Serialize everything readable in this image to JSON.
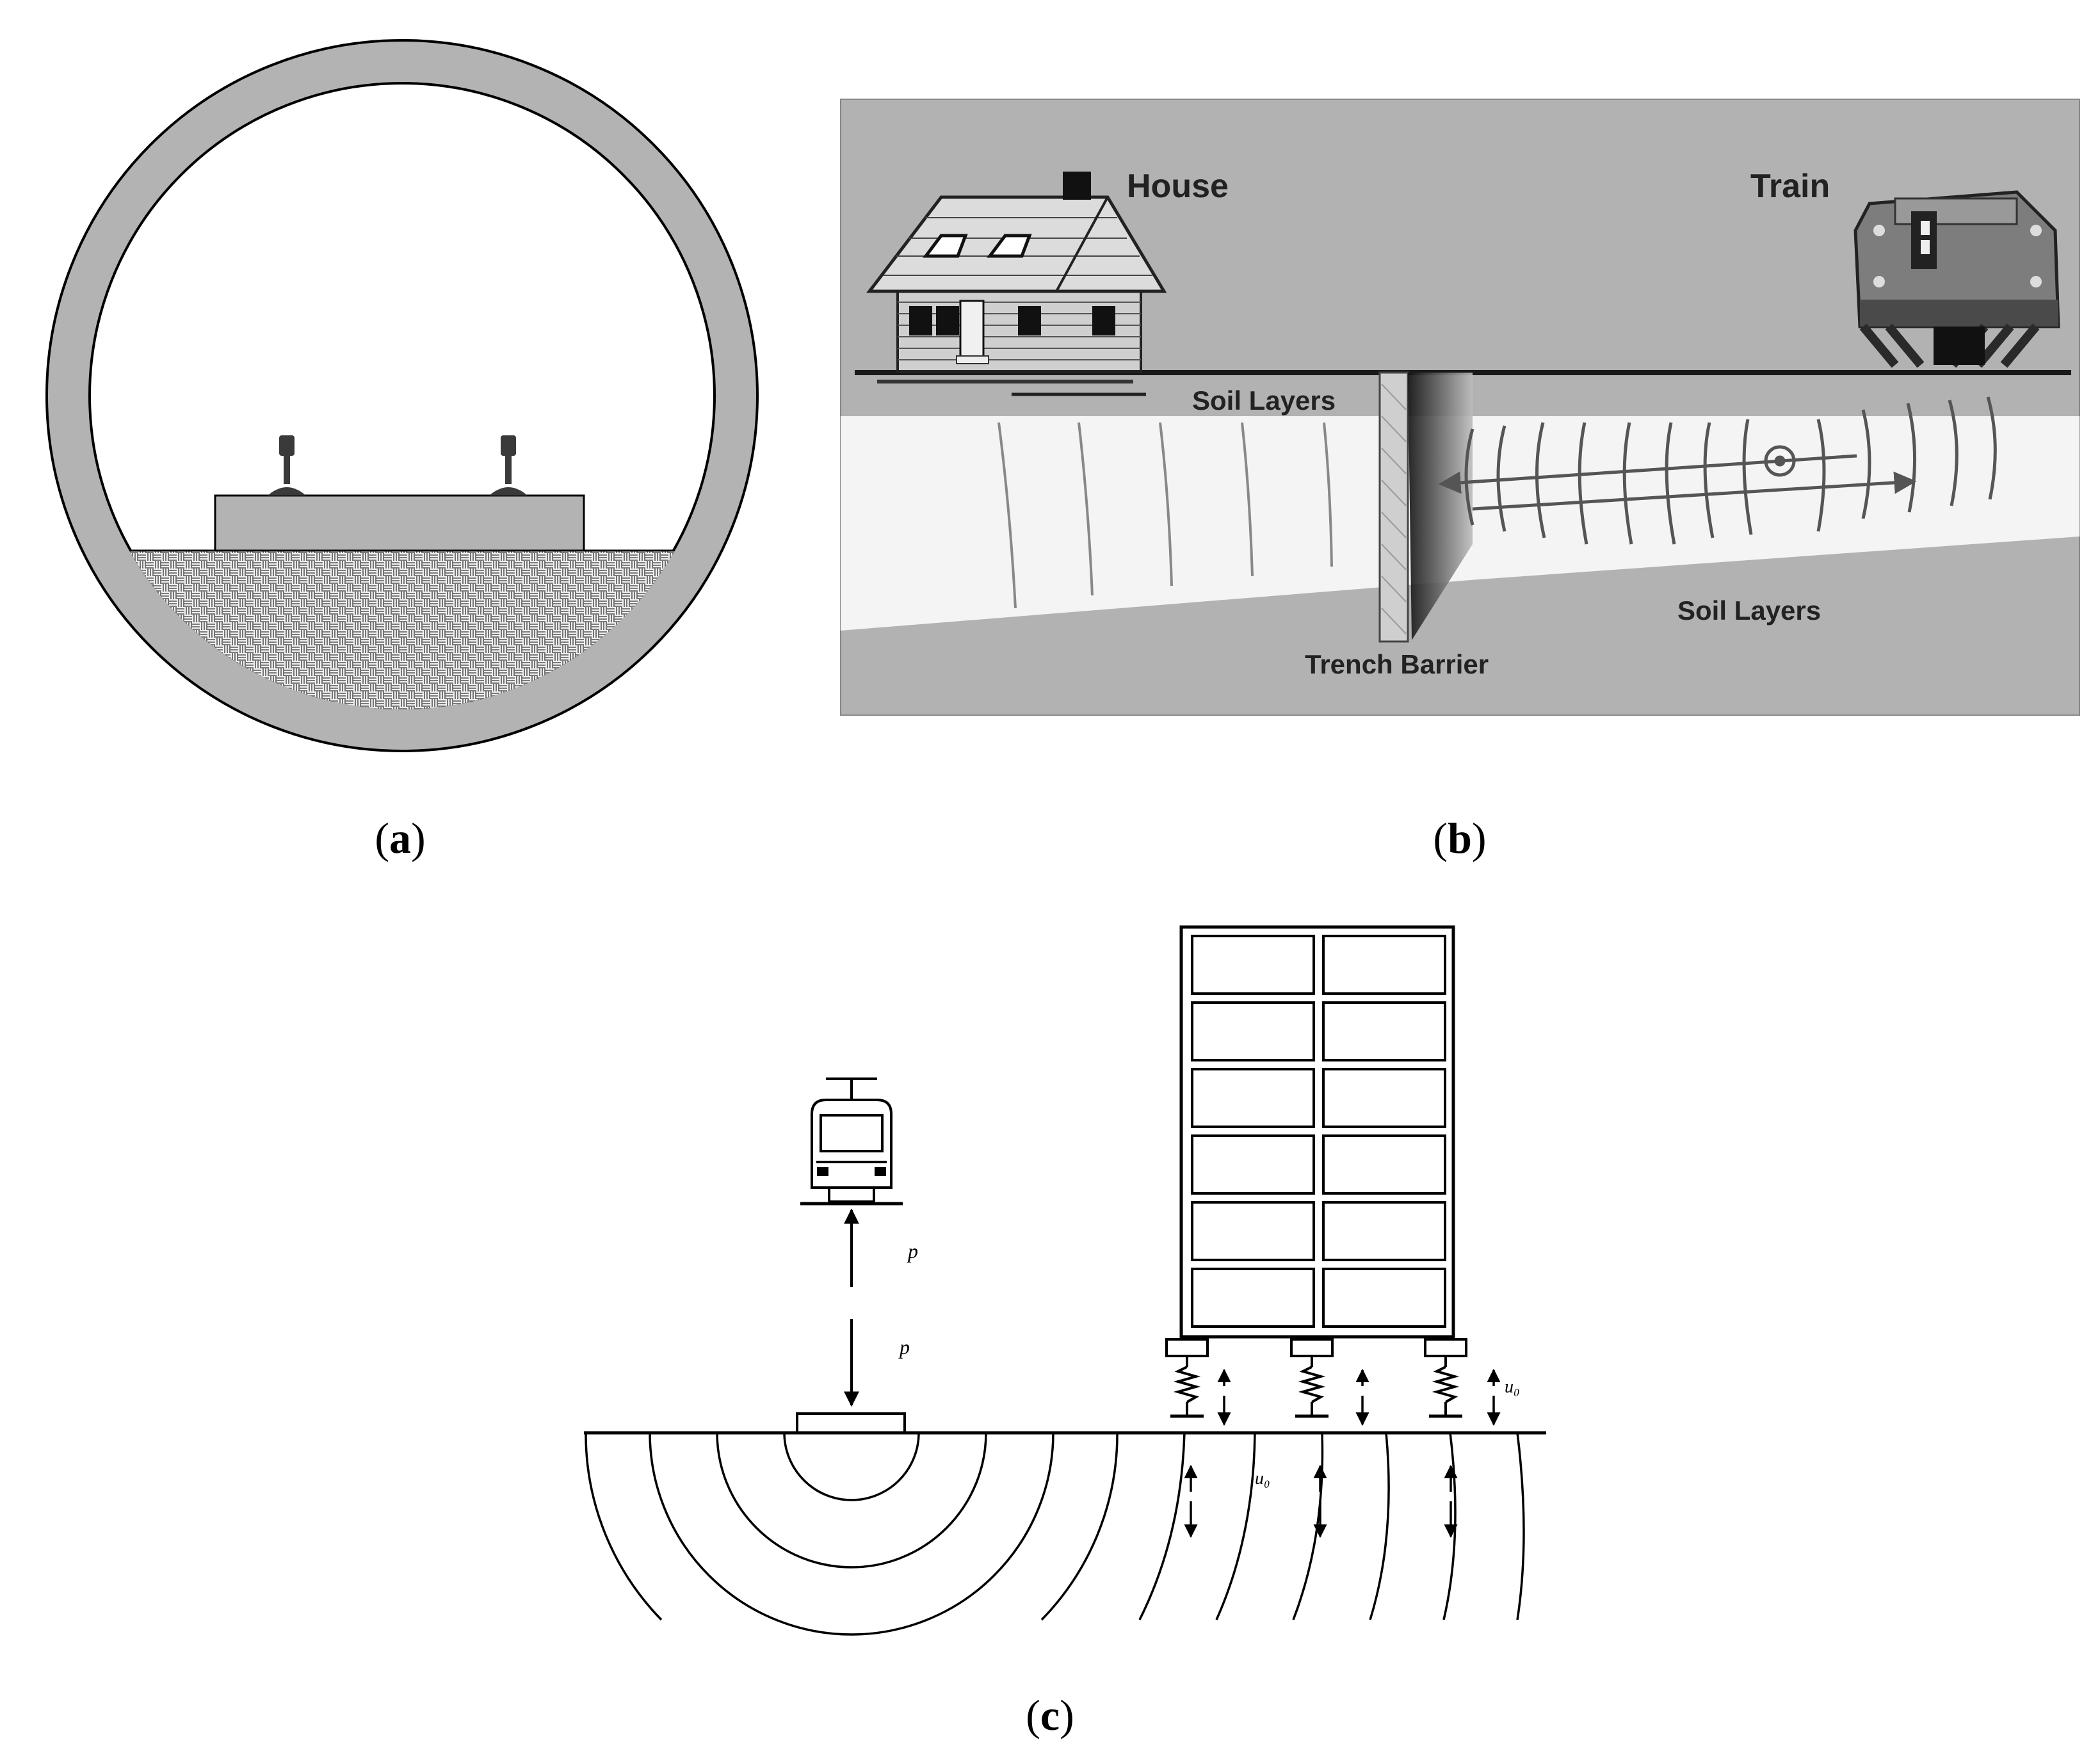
{
  "panel_a": {
    "caption_letter": "a",
    "colors": {
      "ring": "#b3b3b3",
      "slab": "#b3b3b3",
      "rail": "#3a3a3a",
      "ballast": "#e8e8e8",
      "outline": "#000000"
    }
  },
  "panel_b": {
    "caption_letter": "b",
    "labels": {
      "house": "House",
      "train": "Train",
      "soil_top": "Soil Layers",
      "soil_bottom": "Soil Layers",
      "trench": "Trench Barrier"
    },
    "colors": {
      "background": "#b2b2b2",
      "soil_band": "#f4f4f4",
      "ground_line": "#1a1a1a",
      "wave": "#6a6a6a"
    }
  },
  "panel_c": {
    "caption_letter": "c",
    "labels": {
      "load_upper": "p",
      "load_lower": "p",
      "displacement_ground": "u₀",
      "displacement_building": "u₀"
    },
    "building": {
      "columns": 2,
      "floors": 6,
      "footings": 3
    }
  }
}
